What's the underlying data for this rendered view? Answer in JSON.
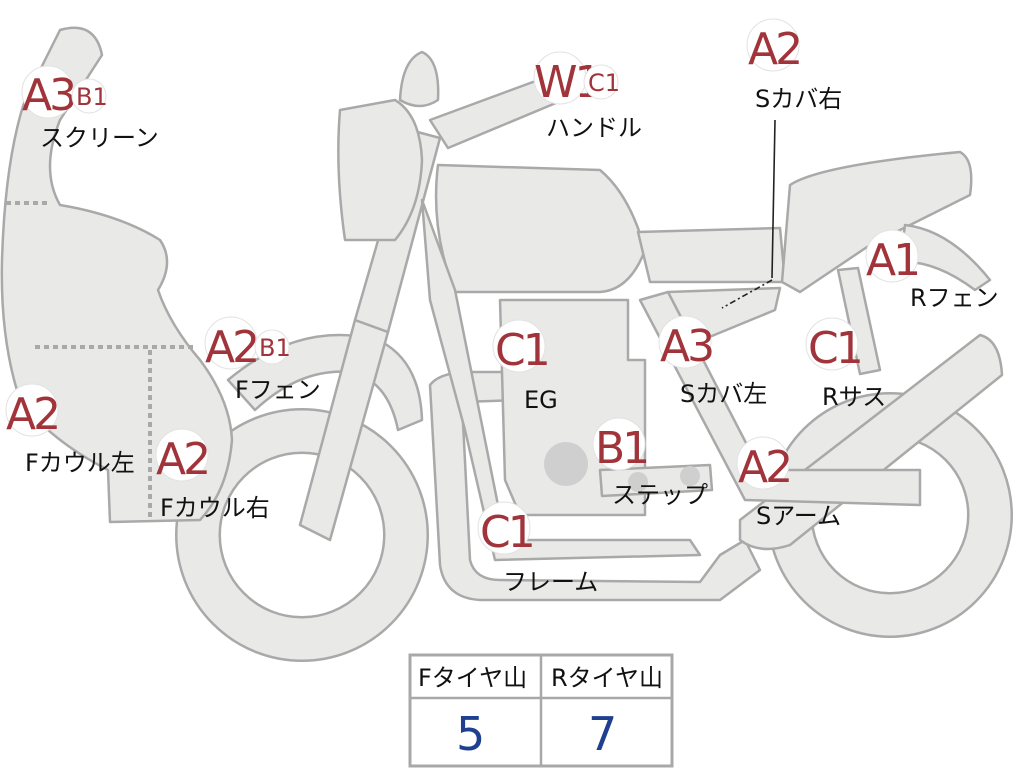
{
  "parts": [
    {
      "id": "screen",
      "grade": "A3",
      "sub_grade": "B1",
      "label": "スクリーン"
    },
    {
      "id": "handle",
      "grade": "W1",
      "sub_grade": "C1",
      "label": "ハンドル"
    },
    {
      "id": "side-cover-right",
      "grade": "A2",
      "sub_grade": "",
      "label": "Sカバ右"
    },
    {
      "id": "rear-fender",
      "grade": "A1",
      "sub_grade": "",
      "label": "Rフェン"
    },
    {
      "id": "front-fender",
      "grade": "A2",
      "sub_grade": "B1",
      "label": "Fフェン"
    },
    {
      "id": "engine",
      "grade": "C1",
      "sub_grade": "",
      "label": "EG"
    },
    {
      "id": "side-cover-left",
      "grade": "A3",
      "sub_grade": "",
      "label": "Sカバ左"
    },
    {
      "id": "rear-suspension",
      "grade": "C1",
      "sub_grade": "",
      "label": "Rサス"
    },
    {
      "id": "front-cowl-left",
      "grade": "A2",
      "sub_grade": "",
      "label": "Fカウル左"
    },
    {
      "id": "front-cowl-right",
      "grade": "A2",
      "sub_grade": "",
      "label": "Fカウル右"
    },
    {
      "id": "step",
      "grade": "B1",
      "sub_grade": "",
      "label": "ステップ"
    },
    {
      "id": "swing-arm",
      "grade": "A2",
      "sub_grade": "",
      "label": "Sアーム"
    },
    {
      "id": "frame",
      "grade": "C1",
      "sub_grade": "",
      "label": "フレーム"
    }
  ],
  "tire_table": {
    "front_header": "Fタイヤ山",
    "rear_header": "Rタイヤ山",
    "front_value": "5",
    "rear_value": "7"
  },
  "colors": {
    "grade": "#a0343a",
    "body_fill": "#e9e9e7",
    "outline": "#a9a9a9",
    "table_value": "#1f3f8f"
  }
}
